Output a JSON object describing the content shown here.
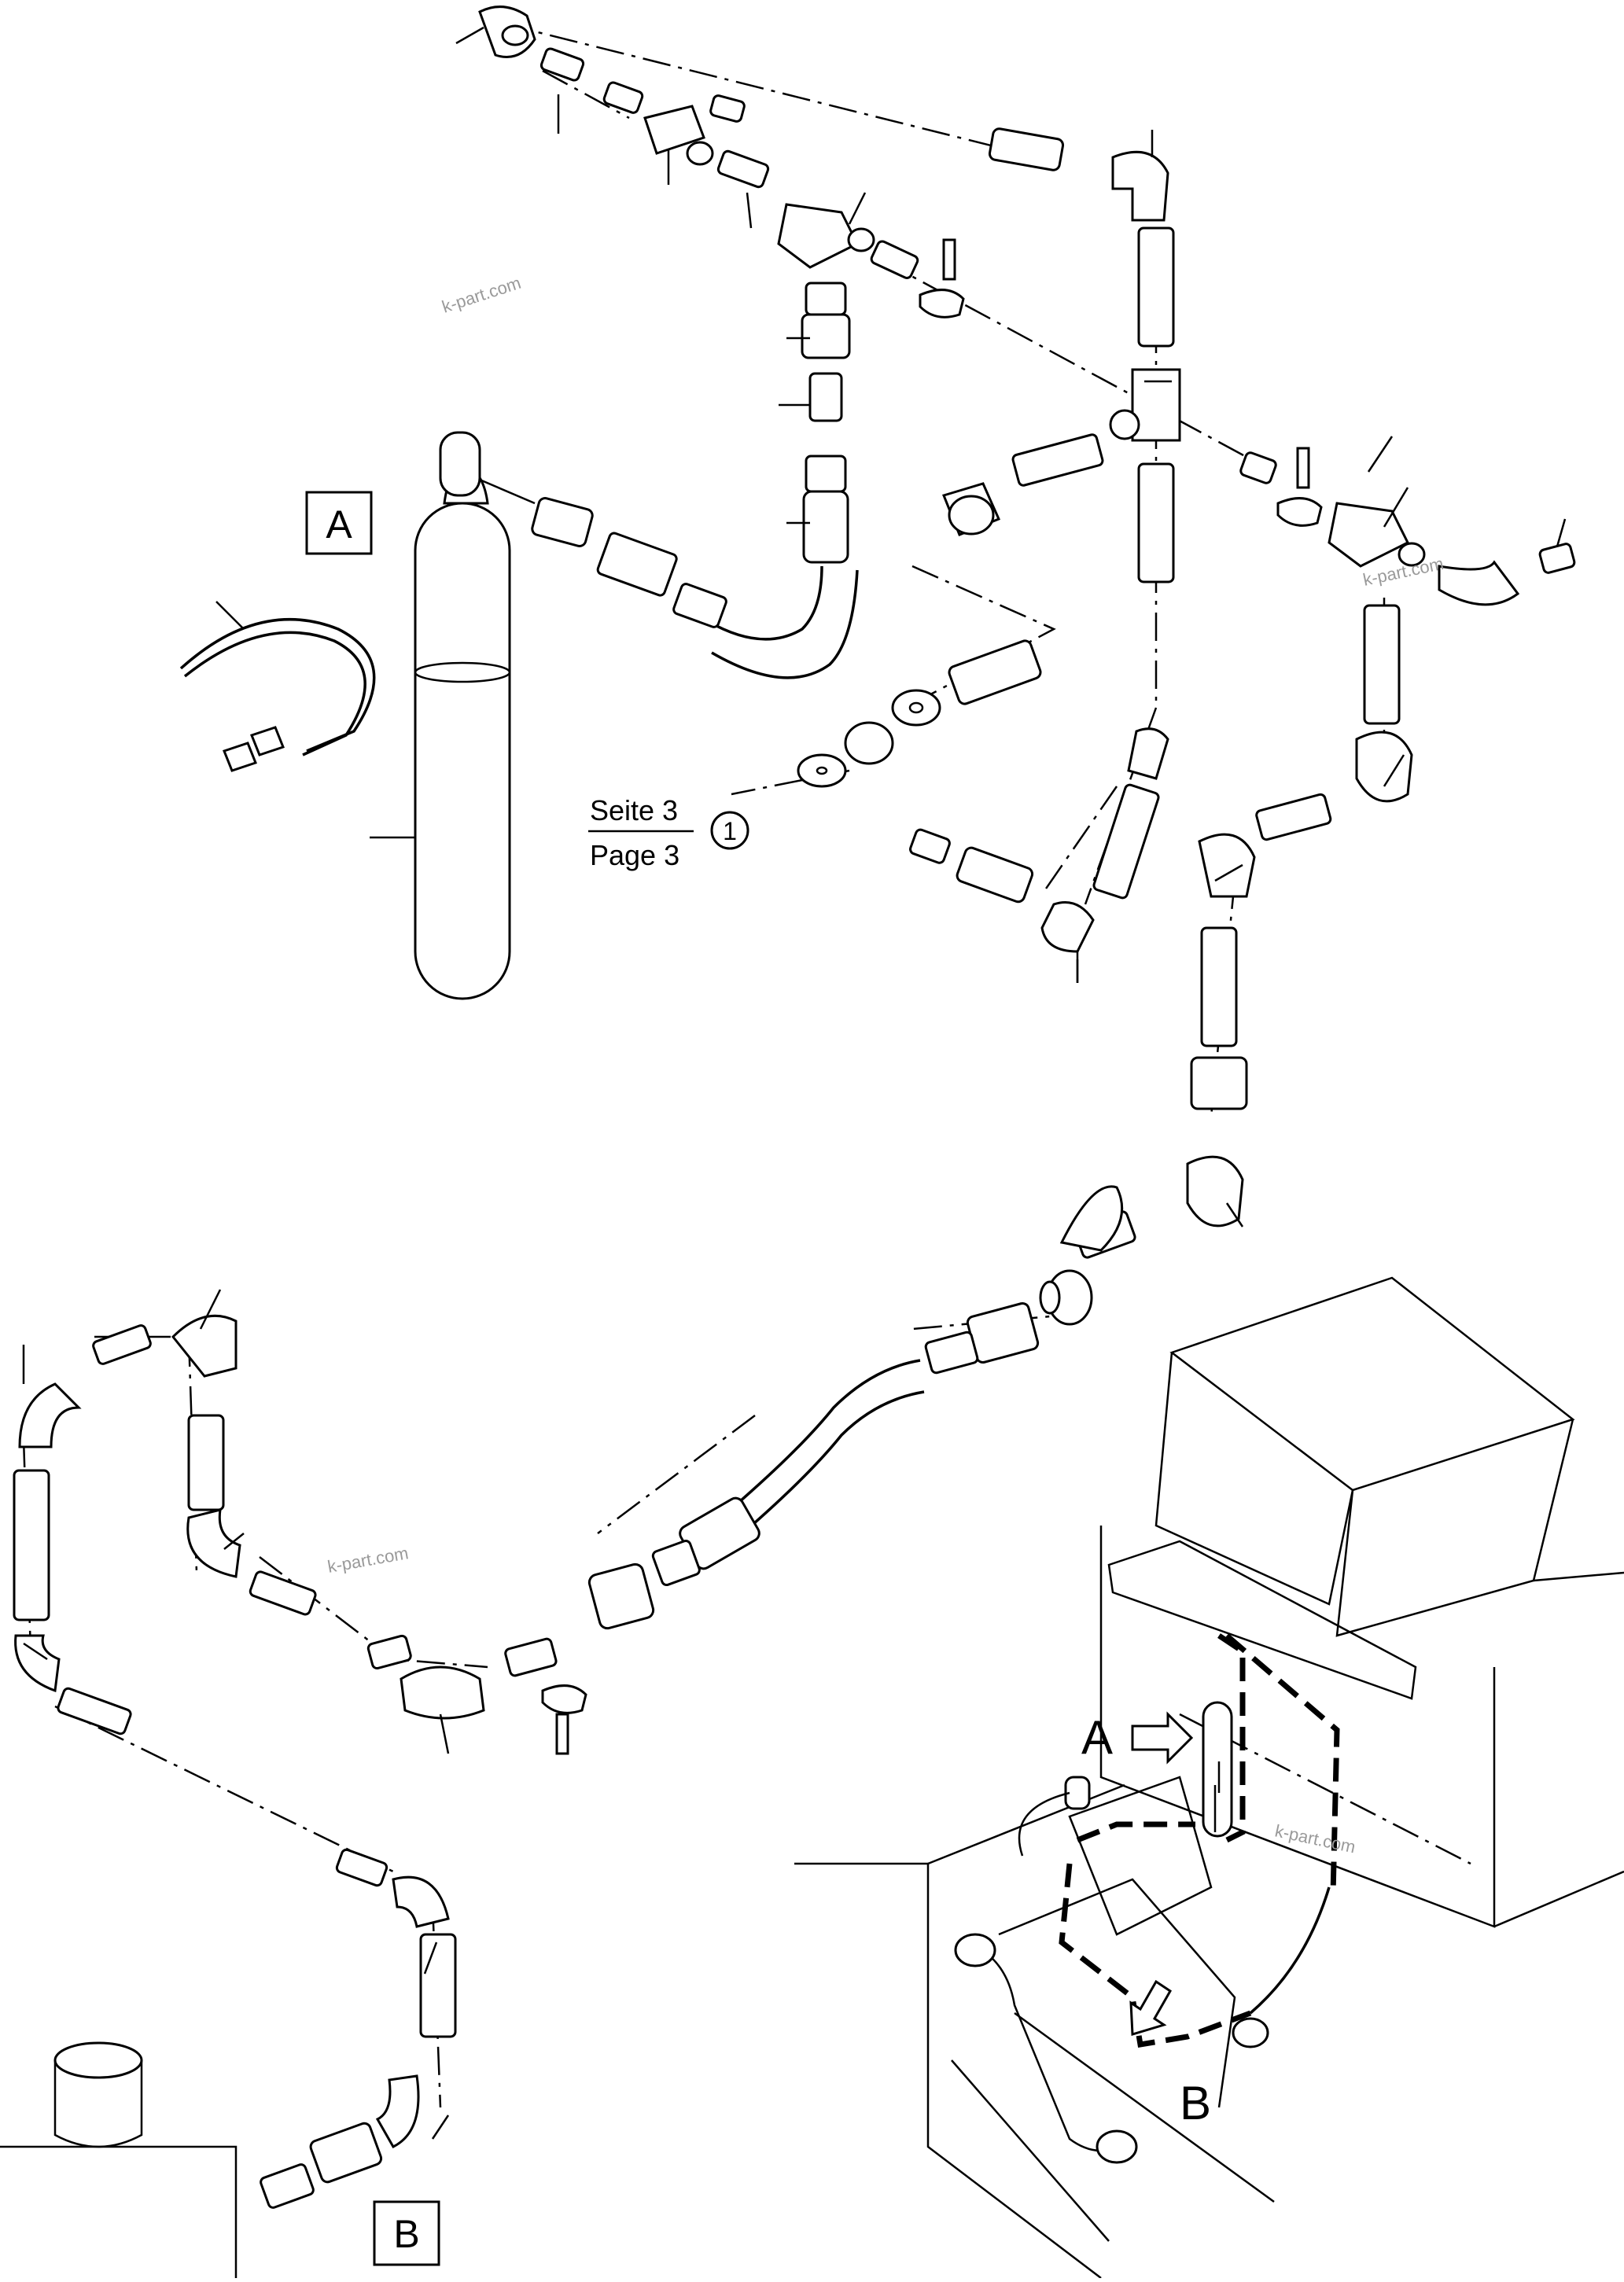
{
  "labels": {
    "box_a": "A",
    "box_b": "B",
    "view_a": "A",
    "view_b": "B",
    "ref_top": "Seite 3",
    "ref_bottom": "Page 3",
    "ref_number": "1"
  },
  "watermarks": [
    "k-part.com",
    "k-part.com",
    "k-part.com",
    "k-part.com"
  ]
}
